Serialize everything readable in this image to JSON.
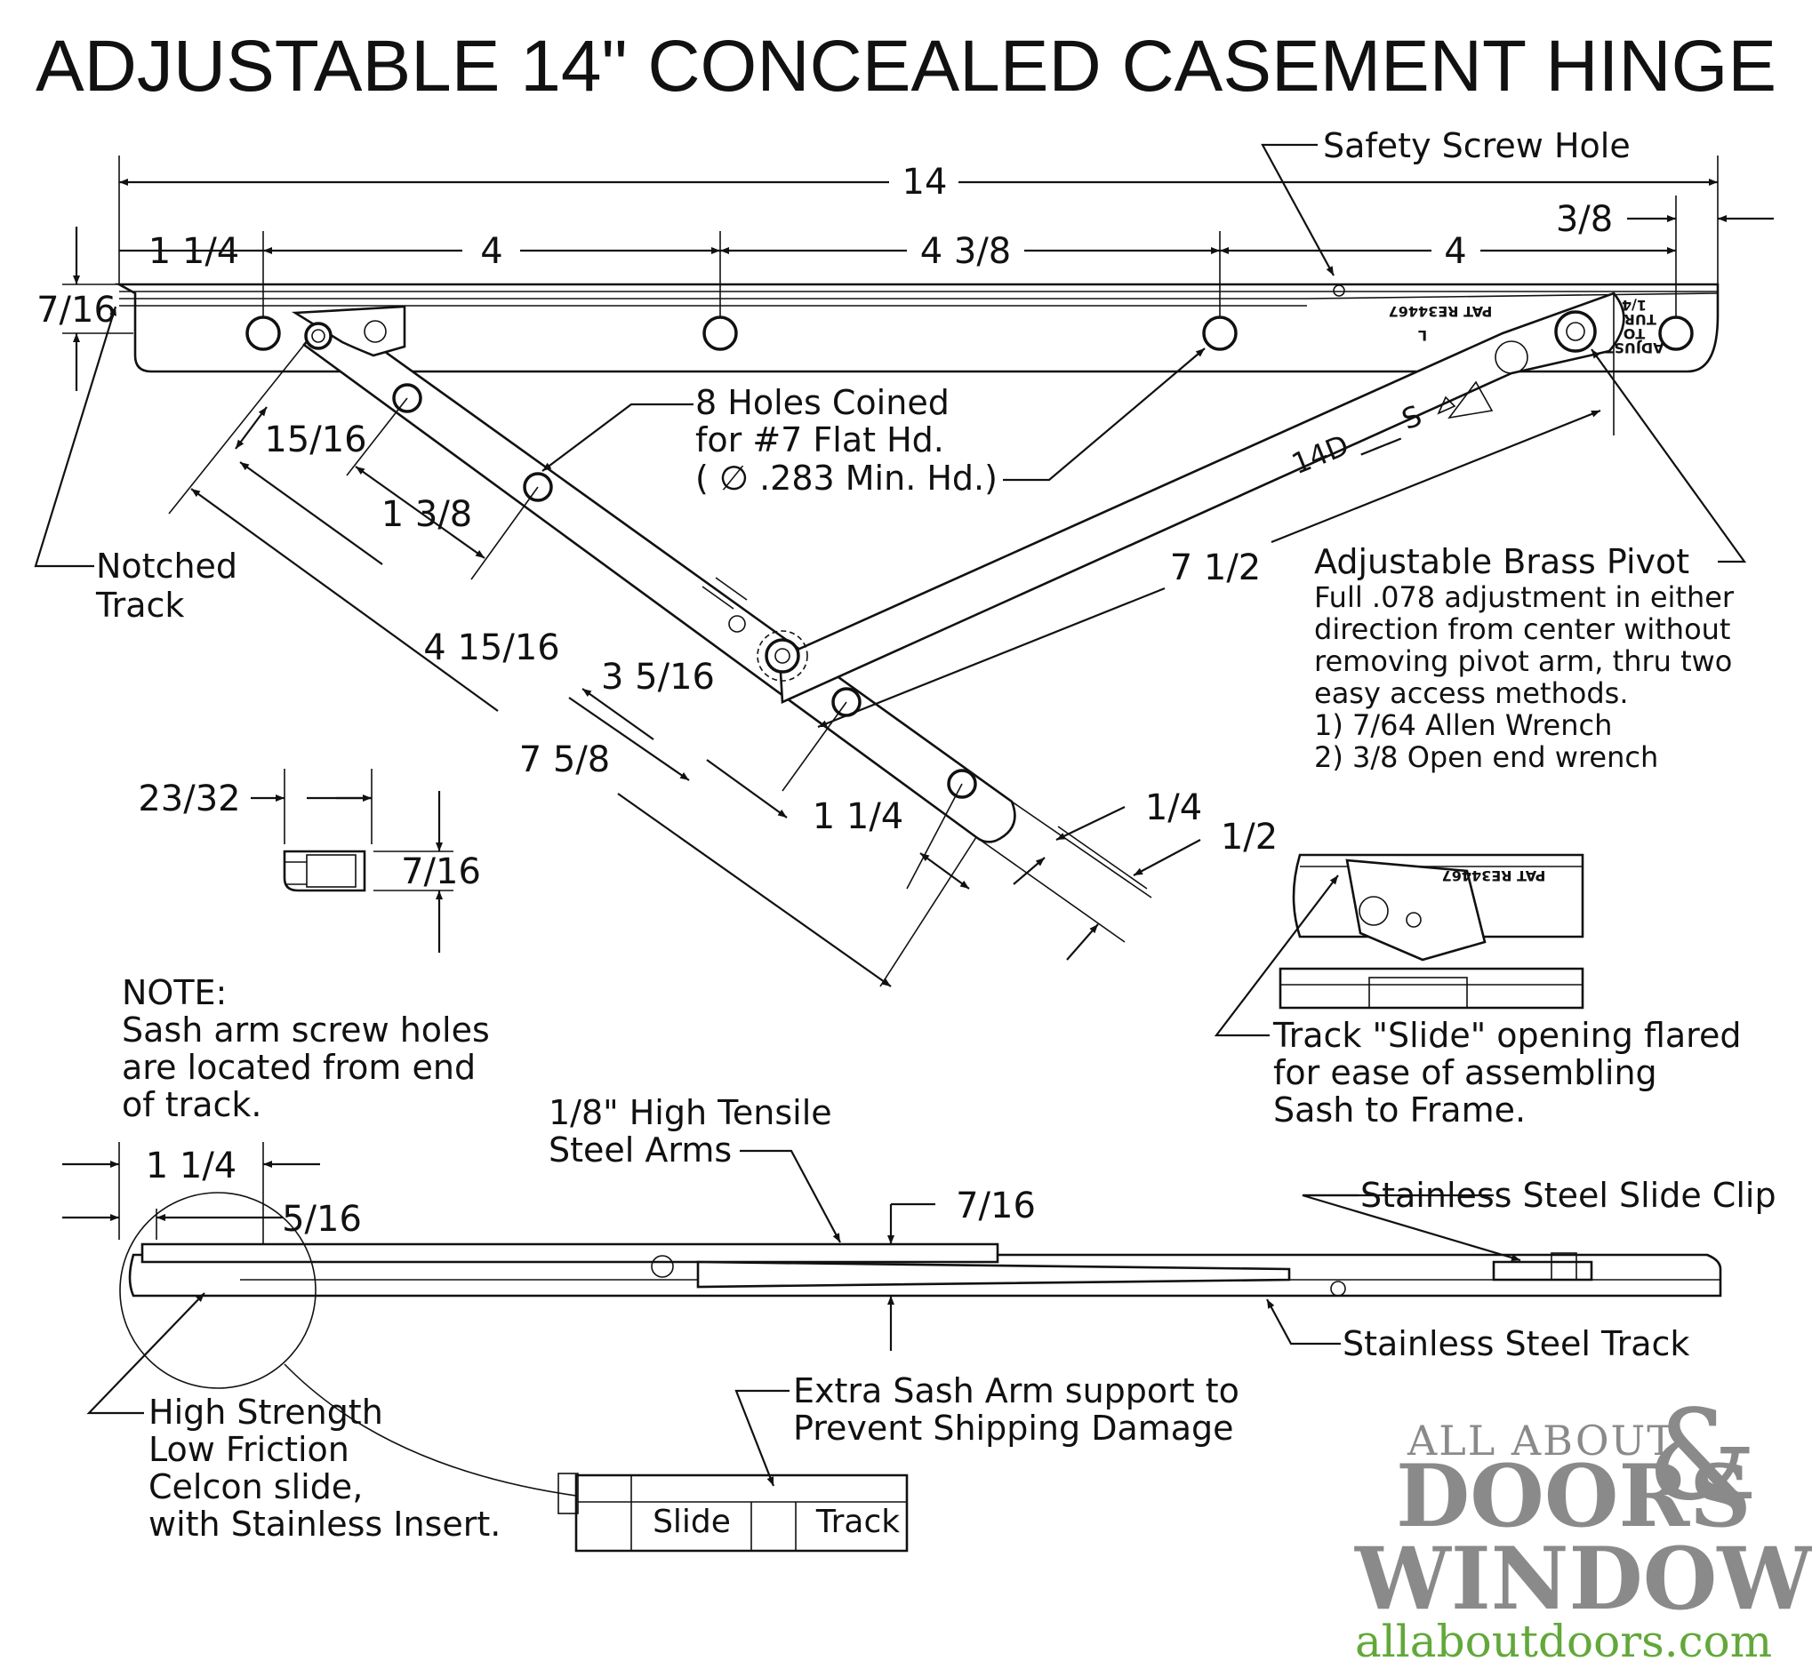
{
  "title": "ADJUSTABLE 14\" CONCEALED CASEMENT HINGE",
  "dimensions": {
    "overall": "14",
    "end_offset": "3/8",
    "track_height": "7/16",
    "hole1_from_end": "1 1/4",
    "hole_spacing_a": "4",
    "hole_spacing_b": "4 3/8",
    "hole_spacing_c": "4",
    "arm_pivot_offset": "15/16",
    "arm_hole_1": "1 3/8",
    "arm_hole_2": "4 15/16",
    "arm_hole_3": "3 5/16",
    "arm_length": "7 5/8",
    "arm_hole_4": "1 1/4",
    "support_arm_length": "7 1/2",
    "arm_width_a": "1/4",
    "arm_width_b": "1/2",
    "clip_width": "23/32",
    "clip_height": "7/16",
    "side_end_offset": "1 1/4",
    "side_slide_offset": "5/16",
    "side_stack_height": "7/16"
  },
  "callouts": {
    "safety_screw": "Safety Screw Hole",
    "holes_line1": "8 Holes Coined",
    "holes_line2": "for #7 Flat Hd.",
    "holes_line3": "( ∅ .283 Min. Hd.)",
    "notched_line1": "Notched",
    "notched_line2": "Track",
    "pivot_title": "Adjustable Brass Pivot",
    "pivot_lines": [
      "Full .078 adjustment in either",
      "direction from center without",
      "removing pivot arm, thru two",
      "easy access methods.",
      "1) 7/64 Allen Wrench",
      "2) 3/8 Open end wrench"
    ],
    "note_lines": [
      "NOTE:",
      "Sash arm screw holes",
      "are located from end",
      "of track."
    ],
    "slide_opening_lines": [
      "Track \"Slide\" opening flared",
      "for ease of assembling",
      "Sash to Frame."
    ],
    "steel_arms_line1": "1/8\" High Tensile",
    "steel_arms_line2": "Steel Arms",
    "slide_clip": "Stainless Steel Slide Clip",
    "track": "Stainless Steel Track",
    "celcon_lines": [
      "High Strength",
      "Low Friction",
      "Celcon slide,",
      "with Stainless Insert."
    ],
    "support_line1": "Extra Sash Arm support to",
    "support_line2": "Prevent Shipping Damage",
    "detail_slide": "Slide",
    "detail_track": "Track"
  },
  "part_markings": {
    "patent": "PAT RE34467",
    "hand": "L",
    "arm_code": "14D ___ S",
    "stamp_lines": [
      "ADJUST",
      "TO",
      "TURN",
      "1/4"
    ]
  },
  "logo": {
    "line1": "ALL ABOUT",
    "amp": "&",
    "line2": "DOORS",
    "line3": "WINDOWS",
    "url": "allaboutdoors.com",
    "color_gray": "#8a8a8a",
    "color_green": "#62a83a"
  }
}
